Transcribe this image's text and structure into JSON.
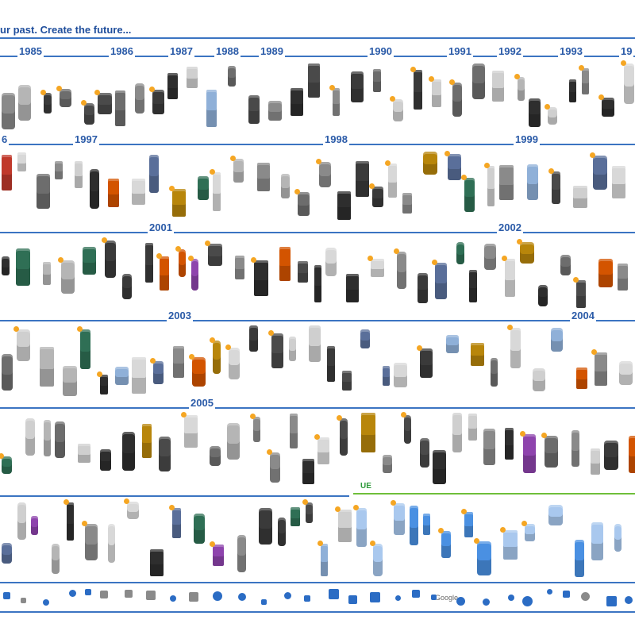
{
  "headline": "ur past. Create the future...",
  "rows": [
    {
      "years": [
        "1985",
        "1986",
        "1987",
        "1988",
        "1989",
        "1990",
        "1991",
        "1992",
        "1993",
        "19"
      ]
    },
    {
      "years": [
        "6",
        "1997",
        "1998",
        "1999"
      ]
    },
    {
      "years": [
        "2001",
        "2002"
      ]
    },
    {
      "years": [
        "2003",
        "2004"
      ]
    },
    {
      "years": [
        "2005"
      ]
    }
  ],
  "future_labels": [
    "UE"
  ],
  "bottom_strip": {
    "google_label": "Google"
  },
  "colors": {
    "brand_blue": "#2b5ba8",
    "rule_blue": "#3b74c2",
    "green": "#6fbf3a",
    "phone_dark": "#2e2e2e"
  }
}
